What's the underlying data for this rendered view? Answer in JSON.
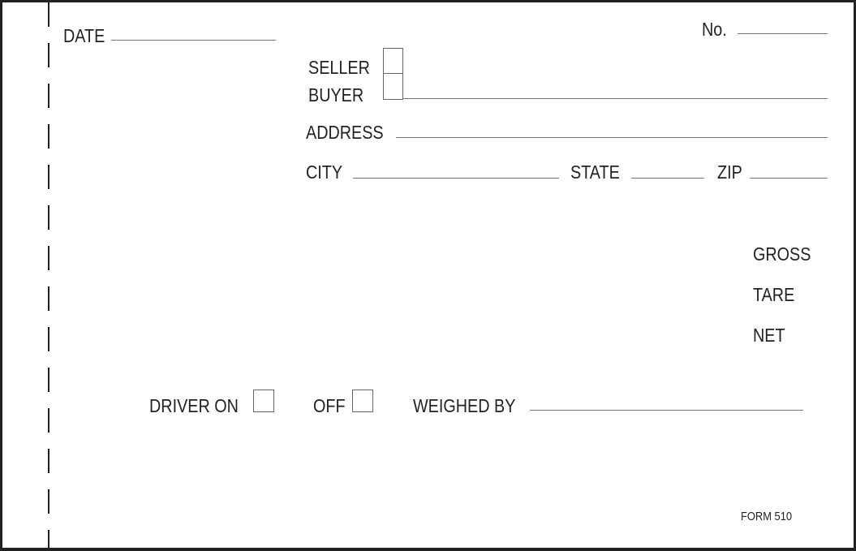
{
  "form": {
    "date_label": "DATE",
    "number_label": "No.",
    "seller_label": "SELLER",
    "buyer_label": "BUYER",
    "address_label": "ADDRESS",
    "city_label": "CITY",
    "state_label": "STATE",
    "zip_label": "ZIP",
    "gross_label": "GROSS",
    "tare_label": "TARE",
    "net_label": "NET",
    "driver_on_label": "DRIVER ON",
    "off_label": "OFF",
    "weighed_by_label": "WEIGHED BY",
    "form_number": "FORM 510"
  }
}
